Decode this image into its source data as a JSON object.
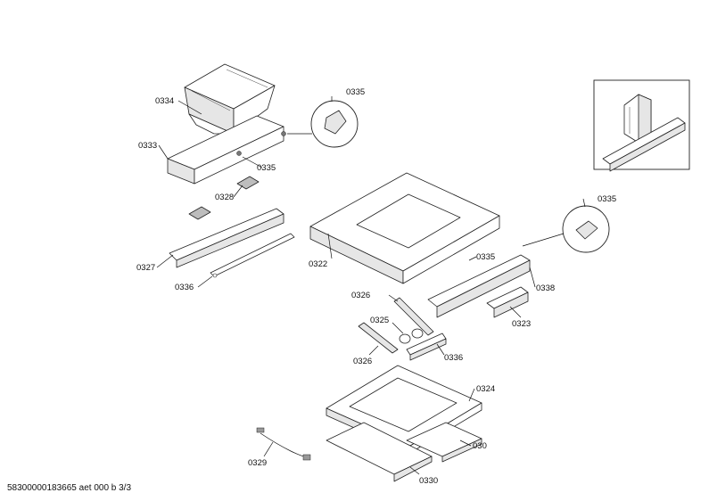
{
  "labels": {
    "l0334": "0334",
    "l0335a": "0335",
    "l0333": "0333",
    "l0335b": "0335",
    "l0328": "0328",
    "l0327": "0327",
    "l0336a": "0336",
    "l0322": "0322",
    "l0335c": "0335",
    "l0335d": "0335",
    "l0338": "0338",
    "l0326a": "0326",
    "l0323": "0323",
    "l0325": "0325",
    "l0326b": "0326",
    "l0336b": "0336",
    "l0324": "0324",
    "l030": "030",
    "l0329": "0329",
    "l0330": "0330"
  },
  "footer": "58300000183665 aet 000 b 3/3"
}
